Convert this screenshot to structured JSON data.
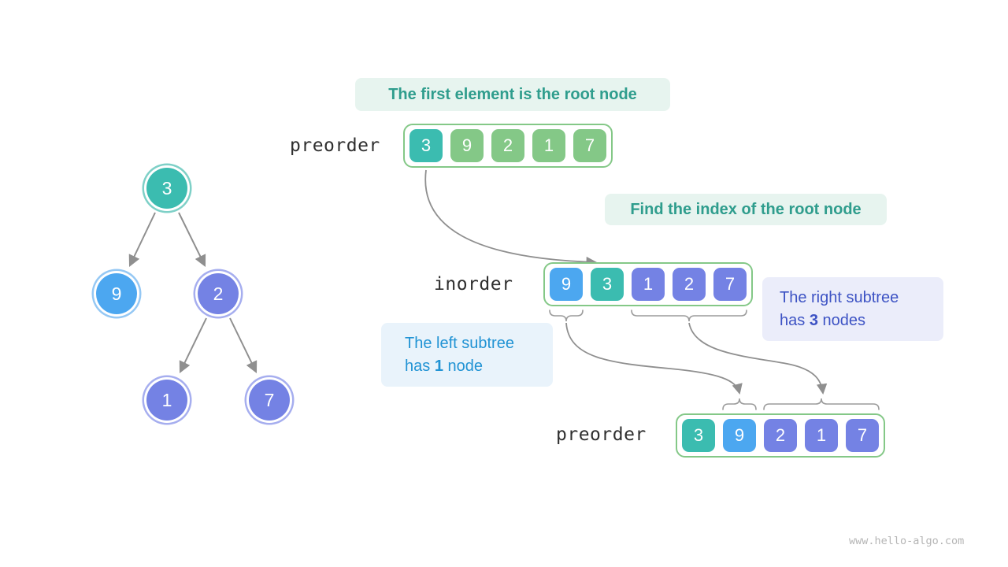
{
  "colors": {
    "teal": "#3bbcb0",
    "green": "#84c887",
    "blue": "#4ca7f0",
    "indigo": "#7482e4",
    "teal_text": "#2f9d8d",
    "blue_text": "#2193d4",
    "indigo_text": "#3d53c4",
    "mint_bg": "#e7f4ef",
    "blue_bg": "#e9f3fb",
    "lavender_bg": "#ebedfa",
    "array_border": "#84c887",
    "arrow_gray": "#8f8f8f"
  },
  "callouts": {
    "root": {
      "text": "The first element is the root node"
    },
    "find": {
      "text": "Find the index of the root node"
    },
    "left": {
      "line1": "The left subtree",
      "line2_pre": "has ",
      "line2_bold": "1",
      "line2_post": " node"
    },
    "right": {
      "line1": "The right subtree",
      "line2_pre": "has ",
      "line2_bold": "3",
      "line2_post": " nodes"
    }
  },
  "labels": {
    "preorder_top": "preorder",
    "inorder": "inorder",
    "preorder_bottom": "preorder"
  },
  "arrays": {
    "preorder_top": {
      "values": [
        "3",
        "9",
        "2",
        "1",
        "7"
      ],
      "colors": [
        "teal",
        "green",
        "green",
        "green",
        "green"
      ]
    },
    "inorder": {
      "values": [
        "9",
        "3",
        "1",
        "2",
        "7"
      ],
      "colors": [
        "blue",
        "teal",
        "indigo",
        "indigo",
        "indigo"
      ]
    },
    "preorder_bottom": {
      "values": [
        "3",
        "9",
        "2",
        "1",
        "7"
      ],
      "colors": [
        "teal",
        "blue",
        "indigo",
        "indigo",
        "indigo"
      ]
    }
  },
  "tree": {
    "nodes": [
      {
        "value": "3",
        "color": "teal"
      },
      {
        "value": "9",
        "color": "blue"
      },
      {
        "value": "2",
        "color": "indigo"
      },
      {
        "value": "1",
        "color": "indigo"
      },
      {
        "value": "7",
        "color": "indigo"
      }
    ],
    "edges": [
      [
        "3",
        "9"
      ],
      [
        "3",
        "2"
      ],
      [
        "2",
        "1"
      ],
      [
        "2",
        "7"
      ]
    ]
  },
  "watermark": "www.hello-algo.com"
}
